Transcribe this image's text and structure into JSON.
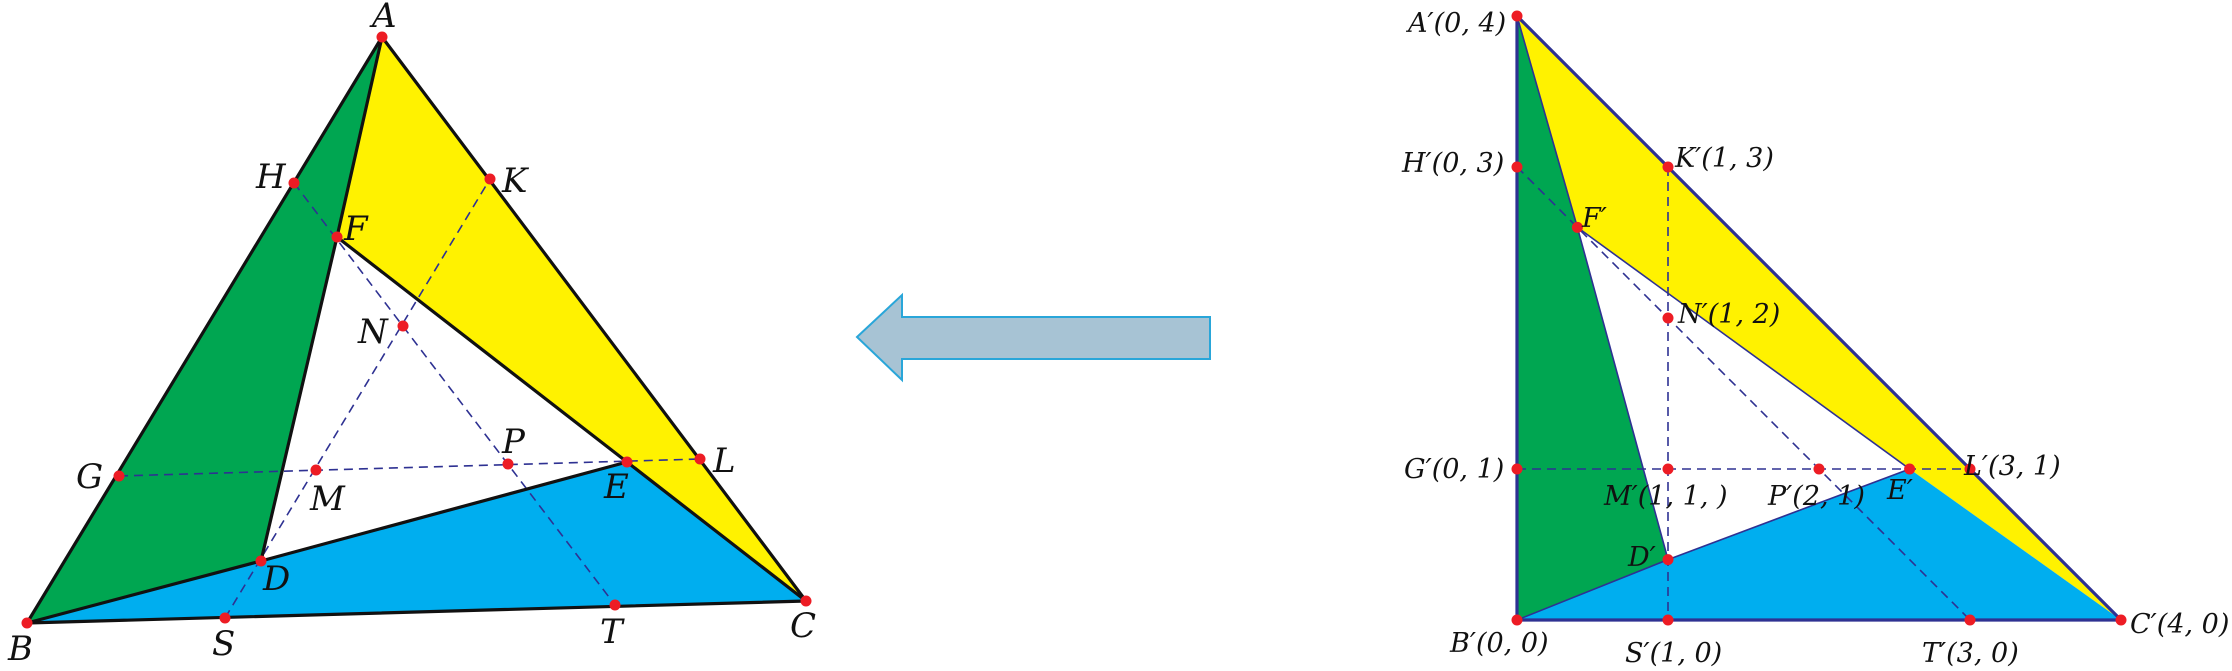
{
  "colors": {
    "green": "#00a651",
    "yellow": "#fff200",
    "blue": "#00aeef",
    "left_outline": "#111111",
    "right_outline": "#2e3192",
    "dash": "#2e3192",
    "point": "#ed1c24",
    "arrow_fill": "#a7c3d4",
    "arrow_stroke": "#29a6d9"
  },
  "arrow": {
    "direction": "left",
    "icon": "arrow-left-icon"
  },
  "left_figure": {
    "points": [
      {
        "id": "A",
        "label": "A"
      },
      {
        "id": "B",
        "label": "B"
      },
      {
        "id": "C",
        "label": "C"
      },
      {
        "id": "D",
        "label": "D"
      },
      {
        "id": "E",
        "label": "E"
      },
      {
        "id": "F",
        "label": "F"
      },
      {
        "id": "G",
        "label": "G"
      },
      {
        "id": "H",
        "label": "H"
      },
      {
        "id": "K",
        "label": "K"
      },
      {
        "id": "L",
        "label": "L"
      },
      {
        "id": "M",
        "label": "M"
      },
      {
        "id": "N",
        "label": "N"
      },
      {
        "id": "P",
        "label": "P"
      },
      {
        "id": "S",
        "label": "S"
      },
      {
        "id": "T",
        "label": "T"
      }
    ]
  },
  "right_figure": {
    "points": [
      {
        "id": "A",
        "x": 0,
        "y": 4,
        "label": "A′(0, 4)"
      },
      {
        "id": "B",
        "x": 0,
        "y": 0,
        "label": "B′(0, 0)"
      },
      {
        "id": "C",
        "x": 4,
        "y": 0,
        "label": "C′(4, 0)"
      },
      {
        "id": "D",
        "x": 1,
        "y": 0.4,
        "label": "D′"
      },
      {
        "id": "E",
        "x": 2.6,
        "y": 1,
        "label": "E′"
      },
      {
        "id": "F",
        "x": 0.4,
        "y": 2.6,
        "label": "F′"
      },
      {
        "id": "G",
        "x": 0,
        "y": 1,
        "label": "G′(0, 1)"
      },
      {
        "id": "H",
        "x": 0,
        "y": 3,
        "label": "H′(0, 3)"
      },
      {
        "id": "K",
        "x": 1,
        "y": 3,
        "label": "K′(1, 3)"
      },
      {
        "id": "L",
        "x": 3,
        "y": 1,
        "label": "L′(3, 1)"
      },
      {
        "id": "M",
        "x": 1,
        "y": 1,
        "label": "M′(1, 1, )"
      },
      {
        "id": "N",
        "x": 1,
        "y": 2,
        "label": "N′(1, 2)"
      },
      {
        "id": "P",
        "x": 2,
        "y": 1,
        "label": "P′(2, 1)"
      },
      {
        "id": "S",
        "x": 1,
        "y": 0,
        "label": "S′(1, 0)"
      },
      {
        "id": "T",
        "x": 3,
        "y": 0,
        "label": "T′(3, 0)"
      }
    ]
  }
}
